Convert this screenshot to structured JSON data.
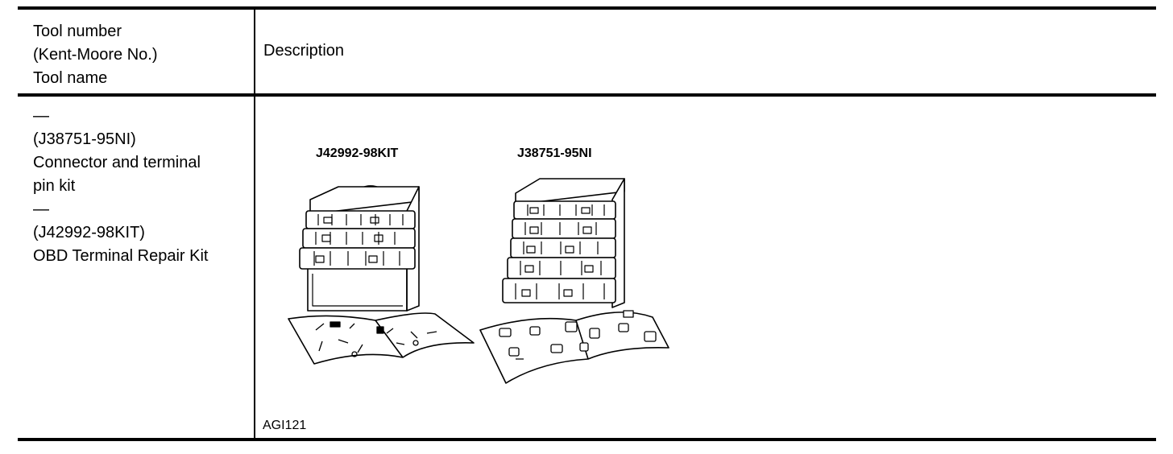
{
  "header": {
    "left_lines": [
      "Tool number",
      "(Kent-Moore No.)",
      "Tool name"
    ],
    "right": "Description"
  },
  "row": {
    "left_lines": [
      "—",
      "(J38751-95NI)",
      "Connector and terminal",
      "pin kit",
      "—",
      "(J42992-98KIT)",
      "OBD Terminal Repair Kit"
    ],
    "figure": {
      "label_left": "J42992-98KIT",
      "label_right": "J38751-95NI",
      "figure_id": "AGI121"
    }
  }
}
